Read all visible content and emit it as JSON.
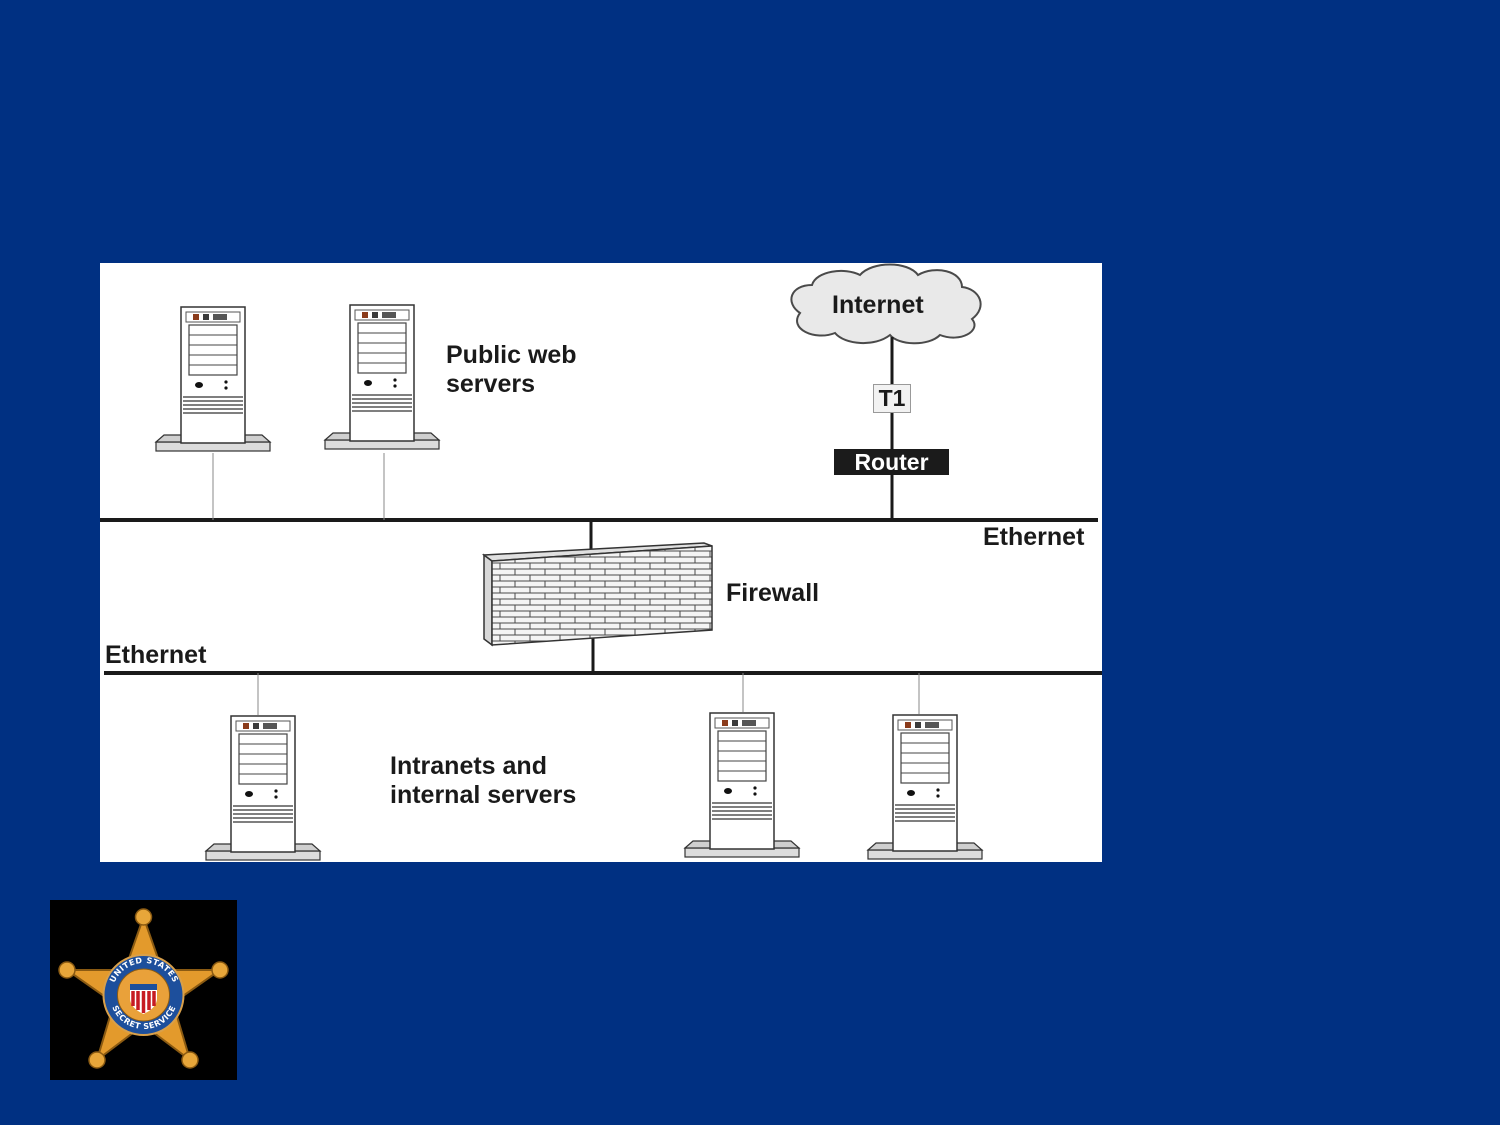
{
  "diagram": {
    "labels": {
      "public_servers_line1": "Public web",
      "public_servers_line2": "servers",
      "internet": "Internet",
      "t1": "T1",
      "router": "Router",
      "ethernet_upper": "Ethernet",
      "firewall": "Firewall",
      "ethernet_lower": "Ethernet",
      "intranet_line1": "Intranets and",
      "intranet_line2": "internal servers"
    },
    "nodes": [
      {
        "id": "public-server-1",
        "type": "server",
        "segment": "upper"
      },
      {
        "id": "public-server-2",
        "type": "server",
        "segment": "upper"
      },
      {
        "id": "internet",
        "type": "cloud"
      },
      {
        "id": "router",
        "type": "router",
        "segment": "upper"
      },
      {
        "id": "firewall",
        "type": "firewall"
      },
      {
        "id": "internal-server-1",
        "type": "server",
        "segment": "lower"
      },
      {
        "id": "internal-server-2",
        "type": "server",
        "segment": "lower"
      },
      {
        "id": "internal-server-3",
        "type": "server",
        "segment": "lower"
      }
    ],
    "edges": [
      {
        "from": "internet",
        "to": "router",
        "label": "T1"
      },
      {
        "from": "router",
        "to": "ethernet-upper"
      },
      {
        "from": "public-server-1",
        "to": "ethernet-upper"
      },
      {
        "from": "public-server-2",
        "to": "ethernet-upper"
      },
      {
        "from": "ethernet-upper",
        "to": "firewall"
      },
      {
        "from": "firewall",
        "to": "ethernet-lower"
      },
      {
        "from": "internal-server-1",
        "to": "ethernet-lower"
      },
      {
        "from": "internal-server-2",
        "to": "ethernet-lower"
      },
      {
        "from": "internal-server-3",
        "to": "ethernet-lower"
      }
    ]
  },
  "logo": {
    "text": "UNITED STATES SECRET SERVICE",
    "icon": "secret-service-star-badge-icon",
    "colors": {
      "star": "#e39a2c",
      "ring": "#1d4f9c",
      "shield": "#c61b22"
    }
  },
  "colors": {
    "background": "#003082",
    "panel": "#ffffff",
    "line": "#1a1a1a"
  }
}
